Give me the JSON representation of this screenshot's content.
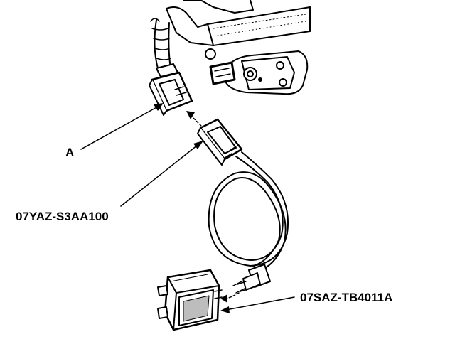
{
  "callouts": {
    "connector": "A",
    "adapter": "07YAZ-S3AA100",
    "tester": "07SAZ-TB4011A"
  },
  "colors": {
    "ink": "#000000",
    "paper": "#ffffff",
    "tone": "#bdbdbd"
  }
}
